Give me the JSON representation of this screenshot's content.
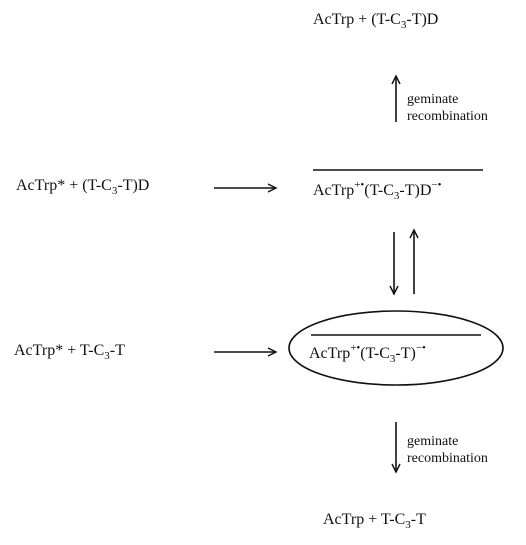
{
  "top_product": {
    "a": "AcTrp + (T-C",
    "sub": "3",
    "b": "-T)D"
  },
  "top_arrow_label": {
    "line1": "geminate",
    "line2": "recombination"
  },
  "reactant1": {
    "a": "AcTrp* + (T-C",
    "sub": "3",
    "b": "-T)D"
  },
  "complex1": {
    "a": "AcTrp",
    "sup1": "+•",
    "b": "(T-C",
    "sub": "3",
    "c": "-T)D",
    "sup2": "−•"
  },
  "reactant2": {
    "a": "AcTrp* + T-C",
    "sub": "3",
    "b": "-T"
  },
  "complex2": {
    "a": "AcTrp",
    "sup1": "+•",
    "b": "(T-C",
    "sub": "3",
    "c": "-T)",
    "sup2": "−•"
  },
  "bottom_arrow_label": {
    "line1": "geminate",
    "line2": "recombination"
  },
  "bottom_product": {
    "a": "AcTrp + T-C",
    "sub": "3",
    "b": "-T"
  }
}
